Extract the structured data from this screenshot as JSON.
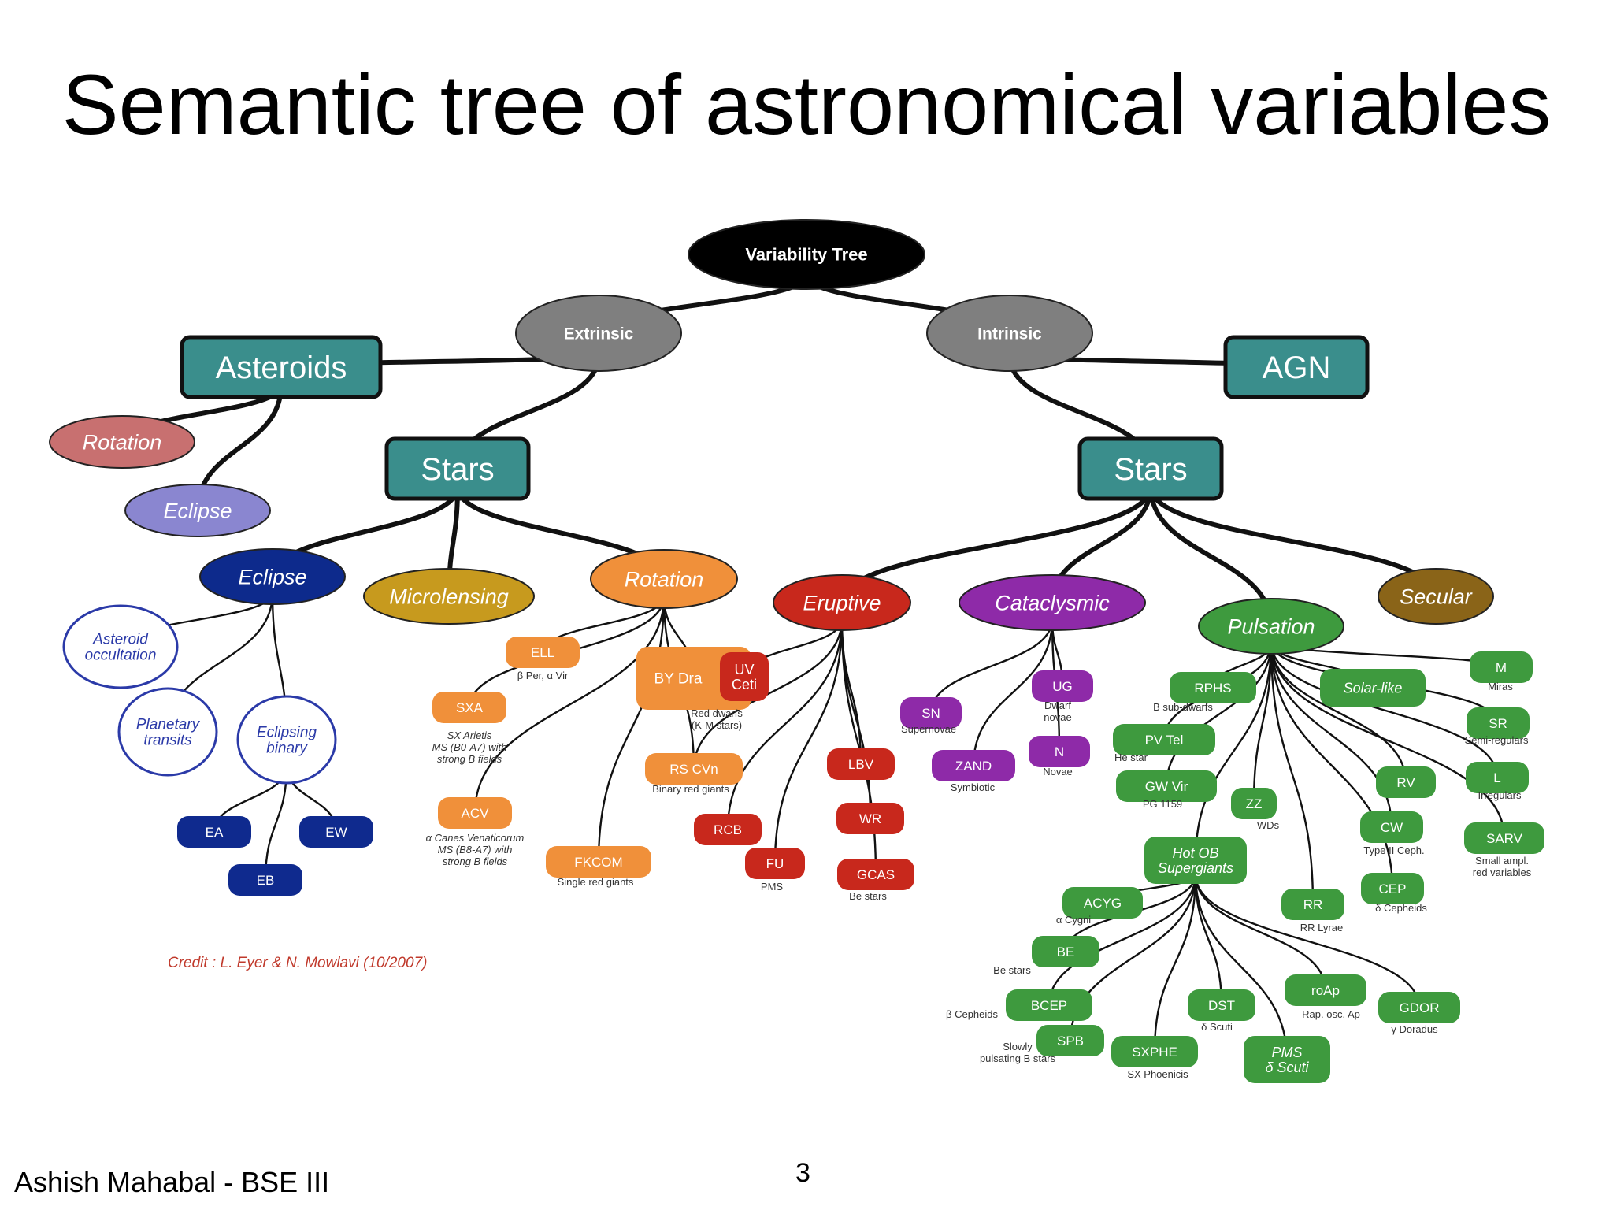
{
  "slide": {
    "title": "Semantic tree of astronomical variables",
    "footer_author": "Ashish Mahabal - BSE III",
    "page_number": "3"
  },
  "credit": "Credit :  L. Eyer & N. Mowlavi  (10/2007)",
  "colors": {
    "root": "#000000",
    "branch": "#7f7f7f",
    "teal": "#3a8e8c",
    "asteroid_rotation": "#c87070",
    "asteroid_eclipse": "#8a86d0",
    "eclipse": "#0d2a8c",
    "microlensing": "#c79a1e",
    "rotation_orange": "#f0903a",
    "eruptive": "#c8281c",
    "cataclysmic": "#8e2aa8",
    "pulsation": "#3e9a3e",
    "secular": "#8a6418",
    "outline_blue": "#2b3aa8",
    "dark_blue": "#0f2a8e",
    "credit_red": "#c0392b"
  },
  "nodes": [
    {
      "id": "root",
      "label": "Variability Tree",
      "shape": "ellipse",
      "color": "#000000",
      "text_color": "#ffffff",
      "icon": "root"
    },
    {
      "id": "extrinsic",
      "label": "Extrinsic",
      "shape": "ellipse",
      "color": "#7f7f7f"
    },
    {
      "id": "intrinsic",
      "label": "Intrinsic",
      "shape": "ellipse",
      "color": "#7f7f7f"
    },
    {
      "id": "asteroids",
      "label": "Asteroids",
      "shape": "rect",
      "color": "#3a8e8c"
    },
    {
      "id": "agn",
      "label": "AGN",
      "shape": "rect",
      "color": "#3a8e8c"
    },
    {
      "id": "stars_ext",
      "label": "Stars",
      "shape": "rect",
      "color": "#3a8e8c"
    },
    {
      "id": "stars_int",
      "label": "Stars",
      "shape": "rect",
      "color": "#3a8e8c"
    },
    {
      "id": "ast_rotation",
      "label": "Rotation",
      "shape": "ellipse",
      "color": "#c87070"
    },
    {
      "id": "ast_eclipse",
      "label": "Eclipse",
      "shape": "ellipse",
      "color": "#8a86d0"
    },
    {
      "id": "eclipse",
      "label": "Eclipse",
      "shape": "ellipse",
      "color": "#0d2a8c"
    },
    {
      "id": "microlensing",
      "label": "Microlensing",
      "shape": "ellipse",
      "color": "#c79a1e"
    },
    {
      "id": "rotation",
      "label": "Rotation",
      "shape": "ellipse",
      "color": "#f0903a"
    },
    {
      "id": "eruptive",
      "label": "Eruptive",
      "shape": "ellipse",
      "color": "#c8281c"
    },
    {
      "id": "cataclysmic",
      "label": "Cataclysmic",
      "shape": "ellipse",
      "color": "#8e2aa8"
    },
    {
      "id": "pulsation",
      "label": "Pulsation",
      "shape": "ellipse",
      "color": "#3e9a3e"
    },
    {
      "id": "secular",
      "label": "Secular",
      "shape": "ellipse",
      "color": "#8a6418"
    },
    {
      "id": "asteroid_occ",
      "label": "Asteroid\noccultation",
      "shape": "circle-outline",
      "color": "#2b3aa8"
    },
    {
      "id": "planetary",
      "label": "Planetary\ntransits",
      "shape": "circle-outline",
      "color": "#2b3aa8"
    },
    {
      "id": "eclipsing",
      "label": "Eclipsing\nbinary",
      "shape": "circle-outline",
      "color": "#2b3aa8"
    },
    {
      "id": "ea",
      "label": "EA",
      "shape": "pill",
      "color": "#0f2a8e"
    },
    {
      "id": "ew",
      "label": "EW",
      "shape": "pill",
      "color": "#0f2a8e"
    },
    {
      "id": "eb",
      "label": "EB",
      "shape": "pill",
      "color": "#0f2a8e"
    },
    {
      "id": "ell",
      "label": "ELL",
      "shape": "pill",
      "color": "#f0903a",
      "note": "β Per, α Vir"
    },
    {
      "id": "sxa",
      "label": "SXA",
      "shape": "pill",
      "color": "#f0903a",
      "note": "SX Arietis\nMS (B0-A7) with\nstrong B fields"
    },
    {
      "id": "acv",
      "label": "ACV",
      "shape": "pill",
      "color": "#f0903a",
      "note": "α Canes Venaticorum\nMS (B8-A7) with\nstrong B fields"
    },
    {
      "id": "fkcom",
      "label": "FKCOM",
      "shape": "pill",
      "color": "#f0903a",
      "note": "Single red giants"
    },
    {
      "id": "bydra",
      "label": "BY Dra",
      "shape": "pill",
      "color": "#f0903a",
      "note": "Red dwarfs\n(K-M stars)"
    },
    {
      "id": "uvceti",
      "label": "UV\nCeti",
      "shape": "pill",
      "color": "#c8281c"
    },
    {
      "id": "rscvn",
      "label": "RS CVn",
      "shape": "pill",
      "color": "#f0903a",
      "note": "Binary red giants"
    },
    {
      "id": "lbv",
      "label": "LBV",
      "shape": "pill",
      "color": "#c8281c"
    },
    {
      "id": "wr",
      "label": "WR",
      "shape": "pill",
      "color": "#c8281c"
    },
    {
      "id": "rcb",
      "label": "RCB",
      "shape": "pill",
      "color": "#c8281c"
    },
    {
      "id": "fu",
      "label": "FU",
      "shape": "pill",
      "color": "#c8281c",
      "note": "PMS"
    },
    {
      "id": "gcas",
      "label": "GCAS",
      "shape": "pill",
      "color": "#c8281c",
      "note": "Be stars"
    },
    {
      "id": "sn",
      "label": "SN",
      "shape": "pill",
      "color": "#8e2aa8",
      "note": "Supernovae"
    },
    {
      "id": "ug",
      "label": "UG",
      "shape": "pill",
      "color": "#8e2aa8",
      "note": "Dwarf\nnovae"
    },
    {
      "id": "n",
      "label": "N",
      "shape": "pill",
      "color": "#8e2aa8",
      "note": "Novae"
    },
    {
      "id": "zand",
      "label": "ZAND",
      "shape": "pill",
      "color": "#8e2aa8",
      "note": "Symbiotic"
    },
    {
      "id": "rphs",
      "label": "RPHS",
      "shape": "pill",
      "color": "#3e9a3e",
      "note": "B sub-dwarfs"
    },
    {
      "id": "pvtel",
      "label": "PV Tel",
      "shape": "pill",
      "color": "#3e9a3e",
      "note": "He star"
    },
    {
      "id": "gwvir",
      "label": "GW Vir",
      "shape": "pill",
      "color": "#3e9a3e",
      "note": "PG 1159"
    },
    {
      "id": "zz",
      "label": "ZZ",
      "shape": "pill",
      "color": "#3e9a3e",
      "note": "WDs"
    },
    {
      "id": "solar",
      "label": "Solar-like",
      "shape": "pill",
      "color": "#3e9a3e"
    },
    {
      "id": "m",
      "label": "M",
      "shape": "pill",
      "color": "#3e9a3e",
      "note": "Miras"
    },
    {
      "id": "sr",
      "label": "SR",
      "shape": "pill",
      "color": "#3e9a3e",
      "note": "Semi-regulars"
    },
    {
      "id": "l",
      "label": "L",
      "shape": "pill",
      "color": "#3e9a3e",
      "note": "Irregulars"
    },
    {
      "id": "sarv",
      "label": "SARV",
      "shape": "pill",
      "color": "#3e9a3e",
      "note": "Small ampl.\nred variables"
    },
    {
      "id": "rv",
      "label": "RV",
      "shape": "pill",
      "color": "#3e9a3e"
    },
    {
      "id": "cw",
      "label": "CW",
      "shape": "pill",
      "color": "#3e9a3e",
      "note": "Type II Ceph."
    },
    {
      "id": "cep",
      "label": "CEP",
      "shape": "pill",
      "color": "#3e9a3e",
      "note": "δ Cepheids"
    },
    {
      "id": "rr",
      "label": "RR",
      "shape": "pill",
      "color": "#3e9a3e",
      "note": "RR Lyrae"
    },
    {
      "id": "hotob",
      "label": "Hot OB\nSupergiants",
      "shape": "pill",
      "color": "#3e9a3e"
    },
    {
      "id": "acyg",
      "label": "ACYG",
      "shape": "pill",
      "color": "#3e9a3e",
      "note": "α Cygni"
    },
    {
      "id": "be",
      "label": "BE",
      "shape": "pill",
      "color": "#3e9a3e",
      "note": "Be stars"
    },
    {
      "id": "bcep",
      "label": "BCEP",
      "shape": "pill",
      "color": "#3e9a3e",
      "note": "β Cepheids"
    },
    {
      "id": "spb",
      "label": "SPB",
      "shape": "pill",
      "color": "#3e9a3e",
      "note": "Slowly\npulsating B stars"
    },
    {
      "id": "sxphe",
      "label": "SXPHE",
      "shape": "pill",
      "color": "#3e9a3e",
      "note": "SX Phoenicis"
    },
    {
      "id": "dst",
      "label": "DST",
      "shape": "pill",
      "color": "#3e9a3e",
      "note": "δ Scuti"
    },
    {
      "id": "pmsdsct",
      "label": "PMS\nδ Scuti",
      "shape": "pill",
      "color": "#3e9a3e"
    },
    {
      "id": "roap",
      "label": "roAp",
      "shape": "pill",
      "color": "#3e9a3e",
      "note": "Rap. osc. Ap"
    },
    {
      "id": "gdor",
      "label": "GDOR",
      "shape": "pill",
      "color": "#3e9a3e",
      "note": "γ Doradus"
    }
  ],
  "edges": [
    [
      "root",
      "extrinsic"
    ],
    [
      "root",
      "intrinsic"
    ],
    [
      "extrinsic",
      "asteroids"
    ],
    [
      "extrinsic",
      "stars_ext"
    ],
    [
      "intrinsic",
      "agn"
    ],
    [
      "intrinsic",
      "stars_int"
    ],
    [
      "asteroids",
      "ast_rotation"
    ],
    [
      "asteroids",
      "ast_eclipse"
    ],
    [
      "stars_ext",
      "eclipse"
    ],
    [
      "stars_ext",
      "microlensing"
    ],
    [
      "stars_ext",
      "rotation"
    ],
    [
      "eclipse",
      "asteroid_occ"
    ],
    [
      "eclipse",
      "planetary"
    ],
    [
      "eclipse",
      "eclipsing"
    ],
    [
      "eclipsing",
      "ea"
    ],
    [
      "eclipsing",
      "ew"
    ],
    [
      "eclipsing",
      "eb"
    ],
    [
      "rotation",
      "ell"
    ],
    [
      "rotation",
      "sxa"
    ],
    [
      "rotation",
      "acv"
    ],
    [
      "rotation",
      "fkcom"
    ],
    [
      "rotation",
      "bydra"
    ],
    [
      "rotation",
      "rscvn"
    ],
    [
      "stars_int",
      "eruptive"
    ],
    [
      "stars_int",
      "cataclysmic"
    ],
    [
      "stars_int",
      "pulsation"
    ],
    [
      "stars_int",
      "secular"
    ],
    [
      "eruptive",
      "uvceti"
    ],
    [
      "eruptive",
      "rscvn"
    ],
    [
      "eruptive",
      "lbv"
    ],
    [
      "eruptive",
      "wr"
    ],
    [
      "eruptive",
      "rcb"
    ],
    [
      "eruptive",
      "fu"
    ],
    [
      "eruptive",
      "gcas"
    ],
    [
      "cataclysmic",
      "sn"
    ],
    [
      "cataclysmic",
      "ug"
    ],
    [
      "cataclysmic",
      "n"
    ],
    [
      "cataclysmic",
      "zand"
    ],
    [
      "pulsation",
      "rphs"
    ],
    [
      "pulsation",
      "pvtel"
    ],
    [
      "pulsation",
      "gwvir"
    ],
    [
      "pulsation",
      "zz"
    ],
    [
      "pulsation",
      "solar"
    ],
    [
      "pulsation",
      "m"
    ],
    [
      "pulsation",
      "sr"
    ],
    [
      "pulsation",
      "l"
    ],
    [
      "pulsation",
      "sarv"
    ],
    [
      "pulsation",
      "rv"
    ],
    [
      "pulsation",
      "cw"
    ],
    [
      "pulsation",
      "cep"
    ],
    [
      "pulsation",
      "rr"
    ],
    [
      "pulsation",
      "hotob"
    ],
    [
      "hotob",
      "acyg"
    ],
    [
      "hotob",
      "be"
    ],
    [
      "hotob",
      "bcep"
    ],
    [
      "hotob",
      "spb"
    ],
    [
      "hotob",
      "sxphe"
    ],
    [
      "hotob",
      "dst"
    ],
    [
      "hotob",
      "pmsdsct"
    ],
    [
      "hotob",
      "roap"
    ],
    [
      "hotob",
      "gdor"
    ]
  ]
}
